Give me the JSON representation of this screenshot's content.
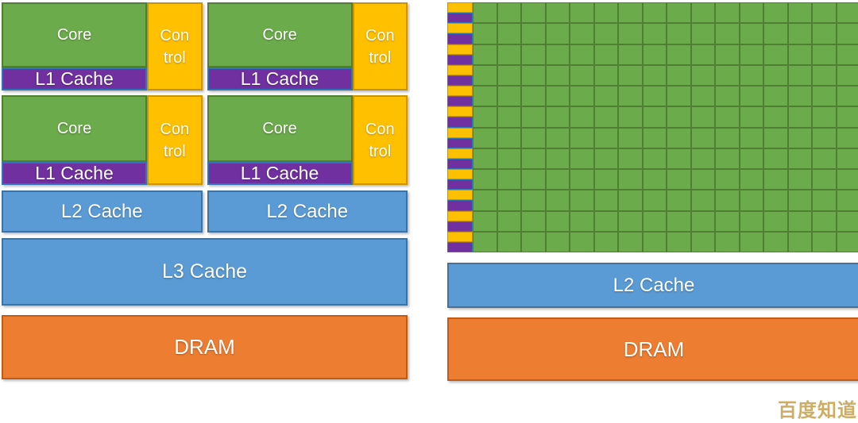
{
  "cpu": {
    "units": [
      {
        "core": "Core",
        "l1": "L1 Cache",
        "control": [
          "Con",
          "trol"
        ]
      },
      {
        "core": "Core",
        "l1": "L1 Cache",
        "control": [
          "Con",
          "trol"
        ]
      },
      {
        "core": "Core",
        "l1": "L1 Cache",
        "control": [
          "Con",
          "trol"
        ]
      },
      {
        "core": "Core",
        "l1": "L1 Cache",
        "control": [
          "Con",
          "trol"
        ]
      }
    ],
    "l2_blocks": [
      "L2 Cache",
      "L2 Cache"
    ],
    "l3_label": "L3 Cache",
    "dram_label": "DRAM"
  },
  "gpu": {
    "grid": {
      "rows": 12,
      "cols": 16
    },
    "l2_label": "L2 Cache",
    "dram_label": "DRAM"
  },
  "watermark": {
    "text": "百度知道"
  },
  "colors": {
    "core_green": "#6CAB4C",
    "core_green_border": "#507E32",
    "control_gold": "#FFC000",
    "control_gold_border": "#C99400",
    "cache_purple": "#7030A0",
    "cache_purple_border": "#2E75B6",
    "cache_blue": "#5B9BD5",
    "cache_blue_border": "#41719C",
    "dram_orange": "#ED7D31",
    "dram_orange_border": "#C55A11",
    "watermark_gold": "#CDAD63"
  }
}
